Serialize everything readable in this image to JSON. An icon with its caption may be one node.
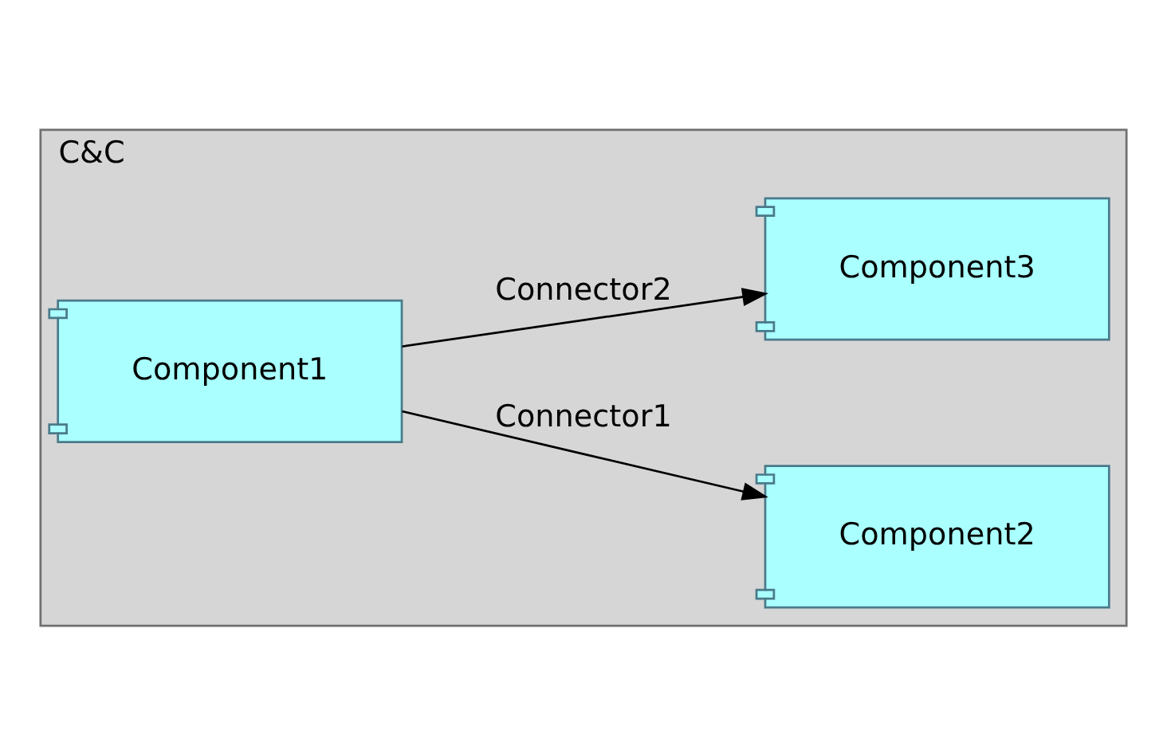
{
  "diagram": {
    "nodes": [
      {
        "text": [
          "C&C"
        ]
      },
      {
        "text": [
          "Component1"
        ],
        "in": 0
      },
      {
        "text": [
          "Component2"
        ],
        "in": 0
      },
      {
        "text": [
          "Component3"
        ],
        "in": 0
      }
    ],
    "edges": [
      {
        "from": 1,
        "to": 2,
        "arrow": "to",
        "label": "Connector1"
      },
      {
        "from": 1,
        "to": 3,
        "arrow": "to",
        "label": "Connector2"
      }
    ]
  }
}
